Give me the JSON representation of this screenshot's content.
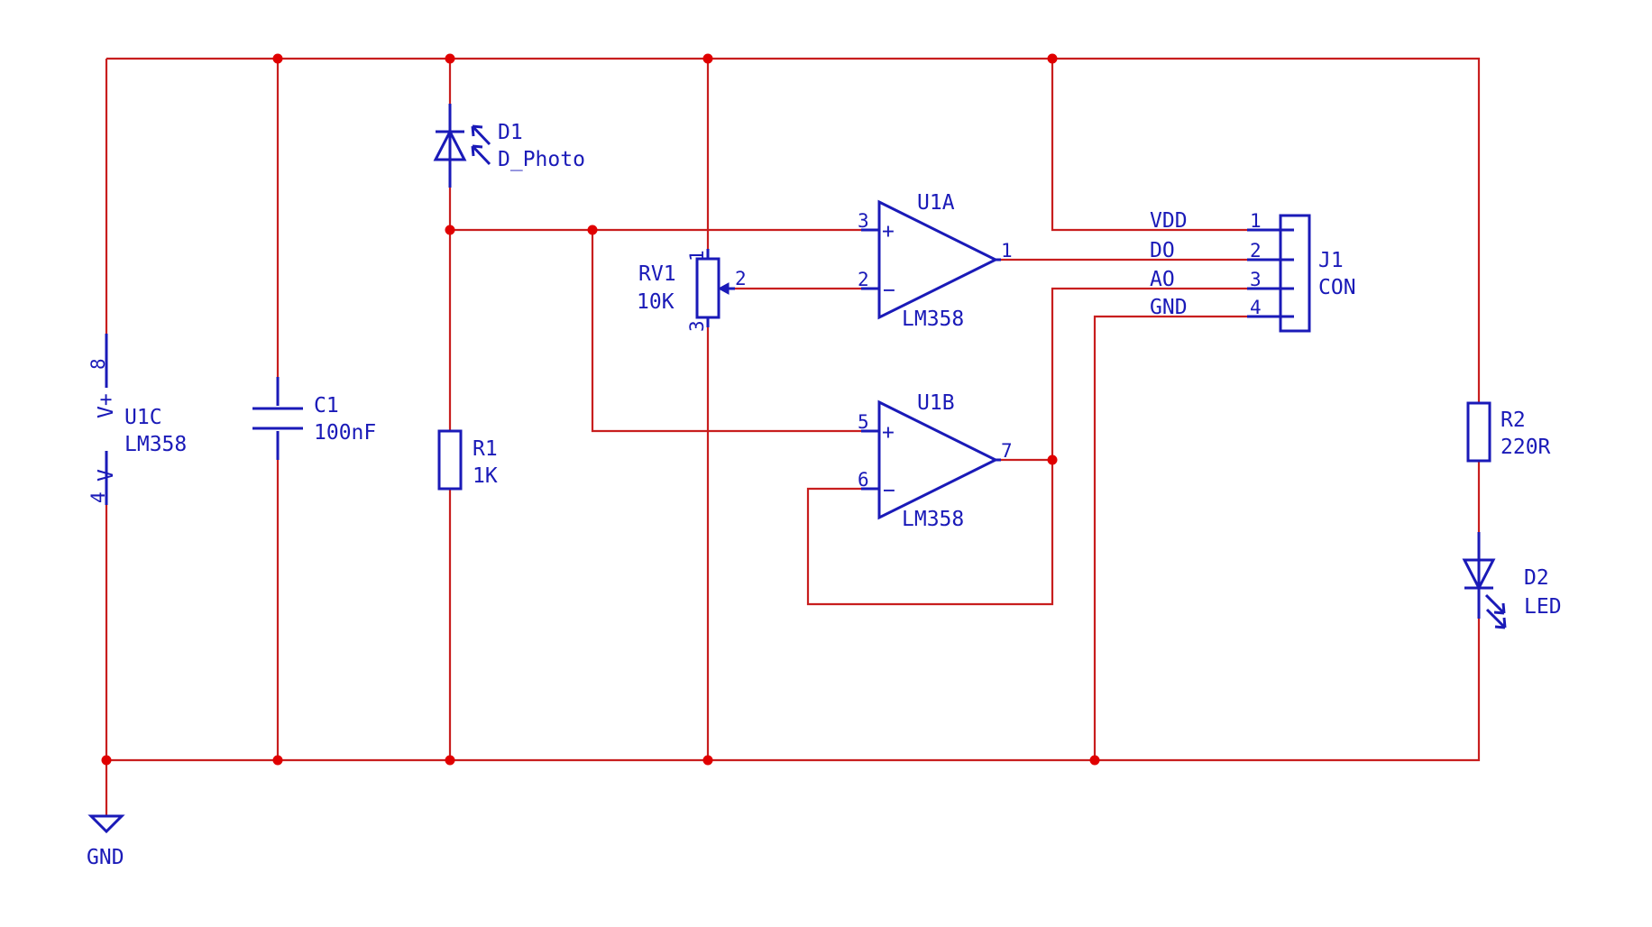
{
  "components": {
    "d1": {
      "ref": "D1",
      "value": "D_Photo"
    },
    "u1a": {
      "ref": "U1A",
      "value": "LM358",
      "pin_plus": "3",
      "pin_minus": "2",
      "pin_out": "1",
      "plus_sign": "+",
      "minus_sign": "−"
    },
    "u1b": {
      "ref": "U1B",
      "value": "LM358",
      "pin_plus": "5",
      "pin_minus": "6",
      "pin_out": "7",
      "plus_sign": "+",
      "minus_sign": "−"
    },
    "u1c": {
      "ref": "U1C",
      "value": "LM358",
      "pin_vplus": "8",
      "pin_vminus": "4",
      "label_vplus": "V+",
      "label_vminus": "V−"
    },
    "rv1": {
      "ref": "RV1",
      "value": "10K",
      "pin1": "1",
      "pin2": "2",
      "pin3": "3"
    },
    "c1": {
      "ref": "C1",
      "value": "100nF"
    },
    "r1": {
      "ref": "R1",
      "value": "1K"
    },
    "r2": {
      "ref": "R2",
      "value": "220R"
    },
    "d2": {
      "ref": "D2",
      "value": "LED"
    },
    "j1": {
      "ref": "J1",
      "value": "CON",
      "pins": [
        {
          "num": "1",
          "net": "VDD"
        },
        {
          "num": "2",
          "net": "DO"
        },
        {
          "num": "3",
          "net": "AO"
        },
        {
          "num": "4",
          "net": "GND"
        }
      ]
    },
    "gnd": {
      "label": "GND"
    }
  },
  "colors": {
    "wire": "#c81e1e",
    "symbol": "#1a1ab8",
    "junction": "#e00000",
    "background": "#ffffff"
  }
}
